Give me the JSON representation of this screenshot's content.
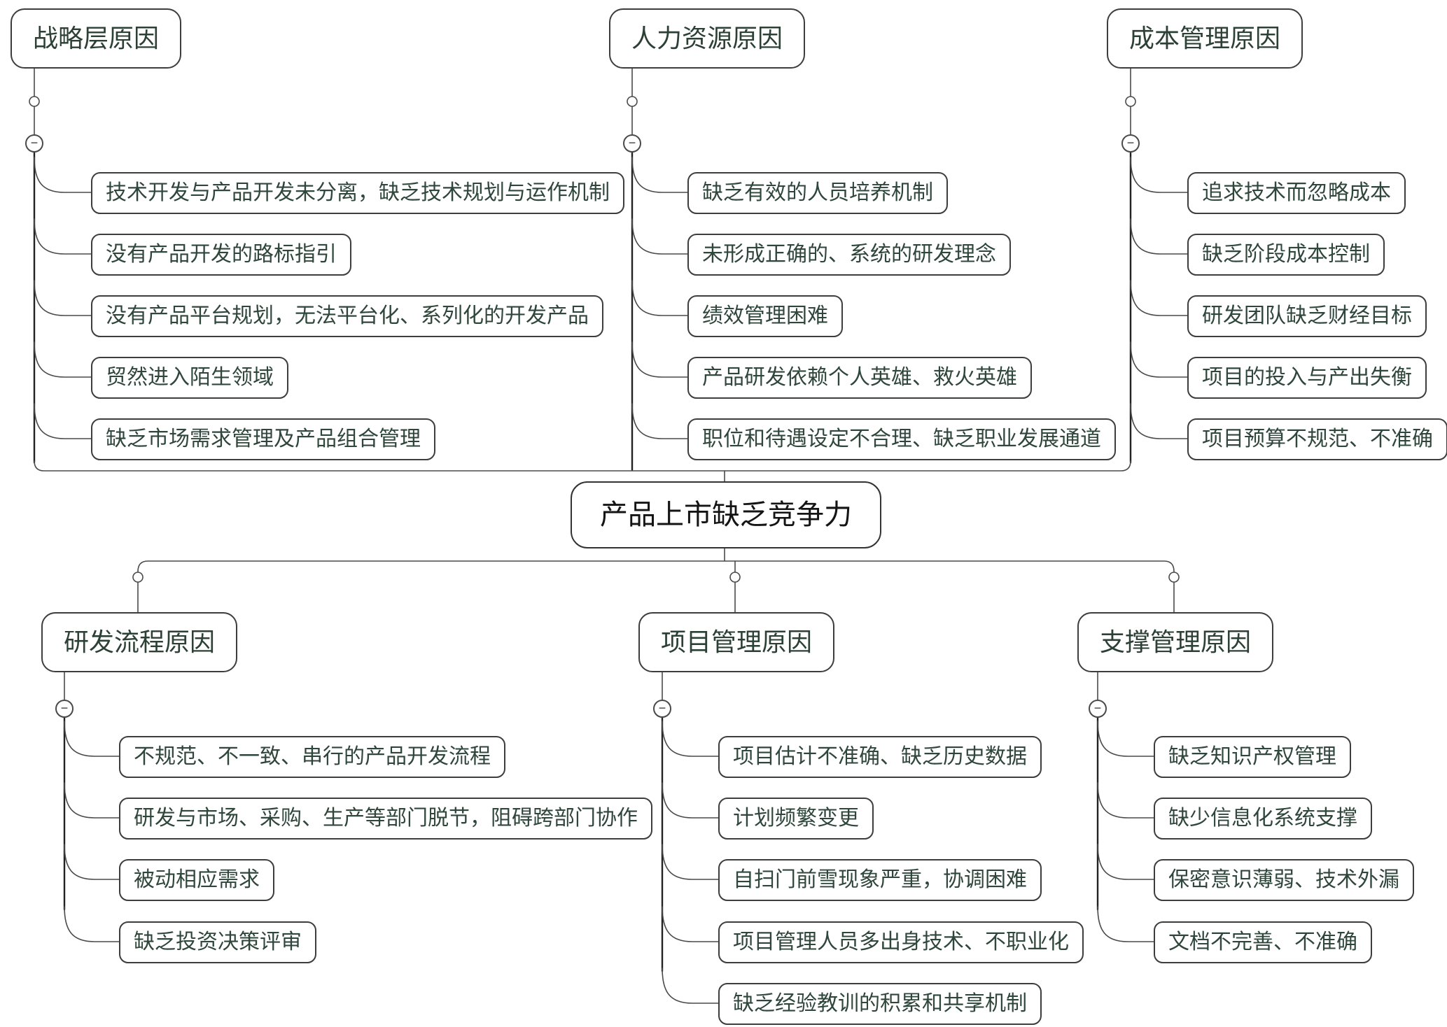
{
  "central_topic": "产品上市缺乏竞争力",
  "icons": {
    "collapse_glyph": "−"
  },
  "colors": {
    "background": "#ffffff",
    "node_border": "#3d3d3d",
    "topic_text": "#2f463c",
    "central_text": "#141414",
    "connector_line": "#4a4a4a"
  },
  "branches": [
    {
      "label": "战略层原因",
      "items": [
        "技术开发与产品开发未分离，缺乏技术规划与运作机制",
        "没有产品开发的路标指引",
        "没有产品平台规划，无法平台化、系列化的开发产品",
        "贸然进入陌生领域",
        "缺乏市场需求管理及产品组合管理"
      ]
    },
    {
      "label": "人力资源原因",
      "items": [
        "缺乏有效的人员培养机制",
        "未形成正确的、系统的研发理念",
        "绩效管理困难",
        "产品研发依赖个人英雄、救火英雄",
        "职位和待遇设定不合理、缺乏职业发展通道"
      ]
    },
    {
      "label": "成本管理原因",
      "items": [
        "追求技术而忽略成本",
        "缺乏阶段成本控制",
        "研发团队缺乏财经目标",
        "项目的投入与产出失衡",
        "项目预算不规范、不准确"
      ]
    },
    {
      "label": "研发流程原因",
      "items": [
        "不规范、不一致、串行的产品开发流程",
        "研发与市场、采购、生产等部门脱节，阻碍跨部门协作",
        "被动相应需求",
        "缺乏投资决策评审"
      ]
    },
    {
      "label": "项目管理原因",
      "items": [
        "项目估计不准确、缺乏历史数据",
        "计划频繁变更",
        "自扫门前雪现象严重，协调困难",
        "项目管理人员多出身技术、不职业化",
        "缺乏经验教训的积累和共享机制"
      ]
    },
    {
      "label": "支撑管理原因",
      "items": [
        "缺乏知识产权管理",
        "缺少信息化系统支撑",
        "保密意识薄弱、技术外漏",
        "文档不完善、不准确"
      ]
    }
  ]
}
